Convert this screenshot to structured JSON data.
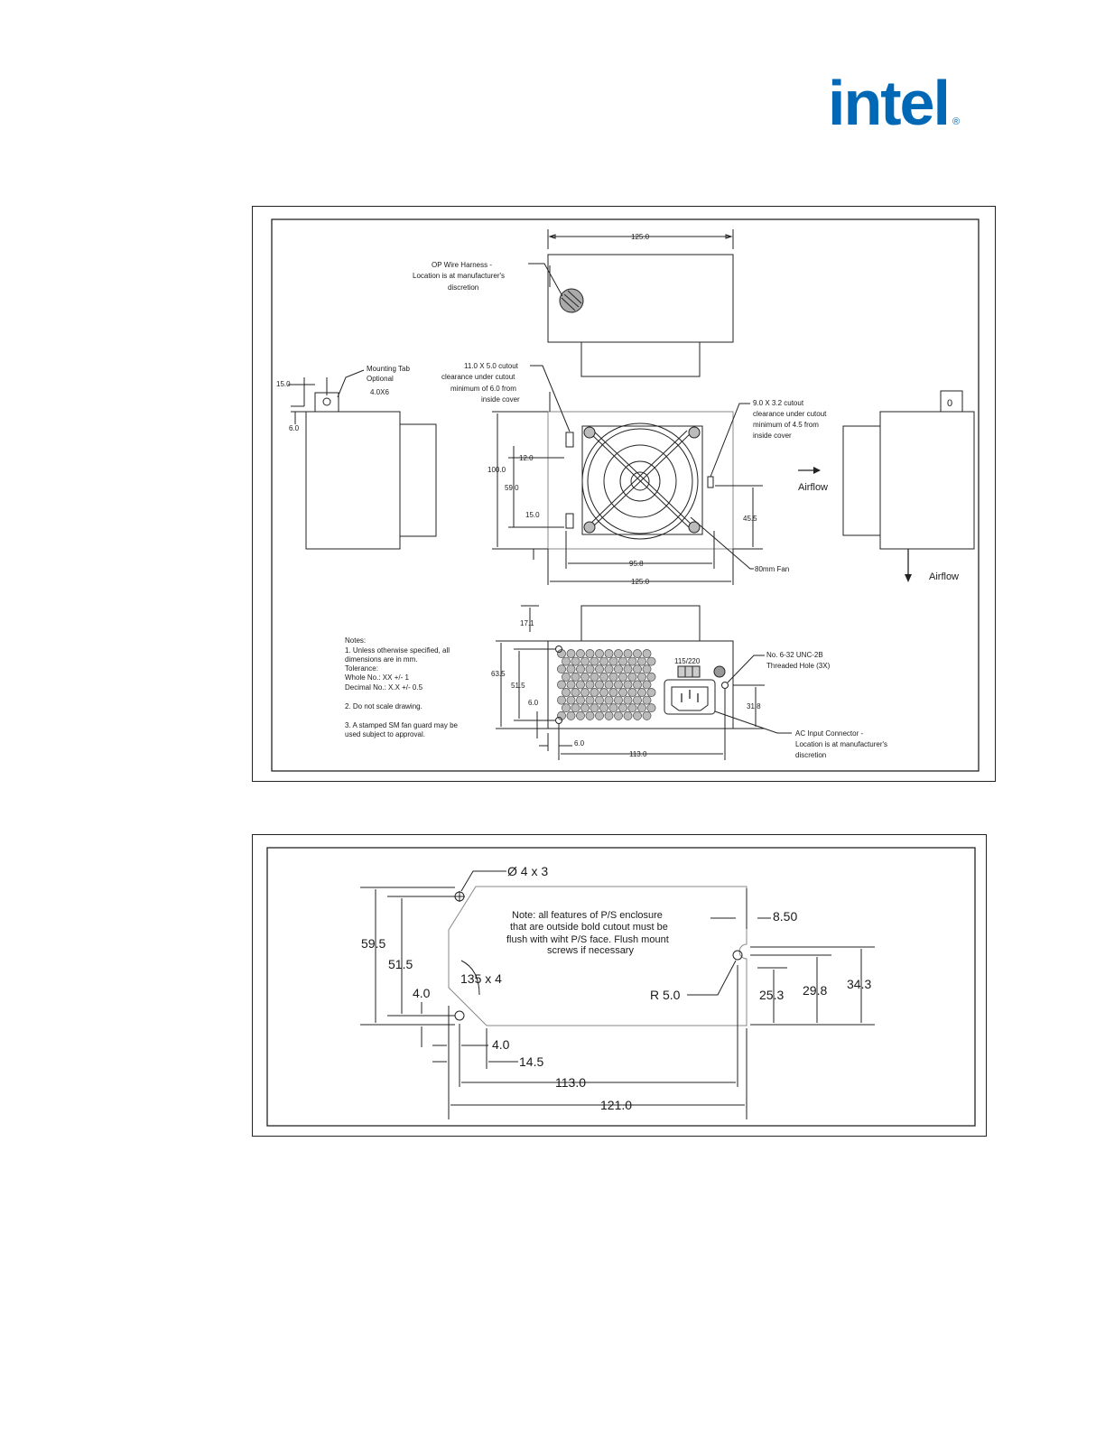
{
  "logo": {
    "text": "intel",
    "mark": "®",
    "color": "#0068b5"
  },
  "figure1": {
    "harness_note": [
      "OP Wire Harness -",
      "Location is at manufacturer's",
      "discretion"
    ],
    "mounting_tab": [
      "Mounting Tab",
      "Optional",
      "4.0X6"
    ],
    "cutout_left": [
      "11.0 X 5.0 cutout",
      "clearance under cutout",
      "minimum of 6.0 from",
      "inside cover"
    ],
    "cutout_right": [
      "9.0 X 3.2 cutout",
      "clearance under cutout",
      "minimum of 4.5 from",
      "inside cover"
    ],
    "fan_label": "80mm Fan",
    "airflow": "Airflow",
    "threaded_hole": [
      "No. 6-32 UNC-2B",
      "Threaded Hole (3X)"
    ],
    "ac_connector": [
      "AC Input Connector -",
      "Location is at manufacturer's",
      "discretion"
    ],
    "switch_label": "115/220",
    "side_tab_label": "0",
    "notes": [
      "Notes:",
      "1. Unless otherwise specified, all",
      "dimensions are in mm.",
      "Tolerance:",
      "Whole No.:  XX +/- 1",
      "Decimal No.:  X.X +/- 0.5",
      "2.  Do not scale drawing.",
      "3.  A stamped SM fan guard may be",
      "used subject to approval."
    ],
    "dims": {
      "top_width": "125.0",
      "tab_15": "15.0",
      "tab_6": "6.0",
      "h100": "100.0",
      "d12": "12.0",
      "d59": "59.0",
      "d15": "15.0",
      "d45_5": "45.5",
      "d95_8": "95.8",
      "bottom_width": "125.0",
      "d17_1": "17.1",
      "d63_5": "63.5",
      "d51_5": "51.5",
      "d6_0": "6.0",
      "d31_8": "31.8",
      "d6_0b": "6.0",
      "d113": "113.0"
    }
  },
  "figure2": {
    "hole_label": "Ø 4 x 3",
    "note": [
      "Note:  all features of P/S enclosure",
      "that are outside bold cutout must be",
      "flush with wiht P/S face.  Flush mount",
      "screws if necessary"
    ],
    "angle_label": "135 x 4",
    "radius_label": "R 5.0",
    "dims": {
      "d59_5": "59.5",
      "d51_5": "51.5",
      "d4_0": "4.0",
      "d8_50": "8.50",
      "d25_3": "25.3",
      "d29_8": "29.8",
      "d34_3": "34.3",
      "d4_0b": "4.0",
      "d14_5": "14.5",
      "d113": "113.0",
      "d121": "121.0"
    }
  }
}
